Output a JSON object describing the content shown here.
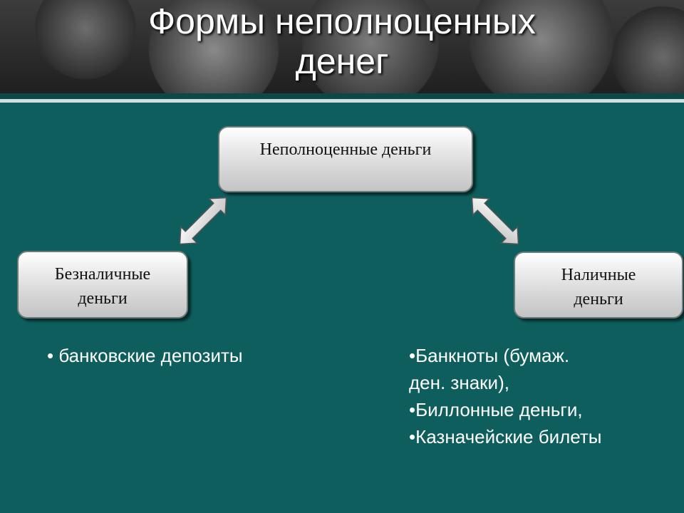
{
  "title": {
    "line1": "Формы неполноценных",
    "line2": "денег"
  },
  "diagram": {
    "root": "Неполноценные деньги",
    "left_node": {
      "line1": "Безналичные",
      "line2": "деньги"
    },
    "right_node": {
      "line1": "Наличные",
      "line2": "деньги"
    },
    "left_items": [
      "• банковские депозиты"
    ],
    "right_items": [
      "•Банкноты (бумаж.",
      "ден. знаки),",
      "•Биллонные деньги,",
      "•Казначейские билеты"
    ]
  },
  "colors": {
    "background": "#0f5e5e",
    "box_fill": "#e6e6e6",
    "text_light": "#ffffff"
  }
}
